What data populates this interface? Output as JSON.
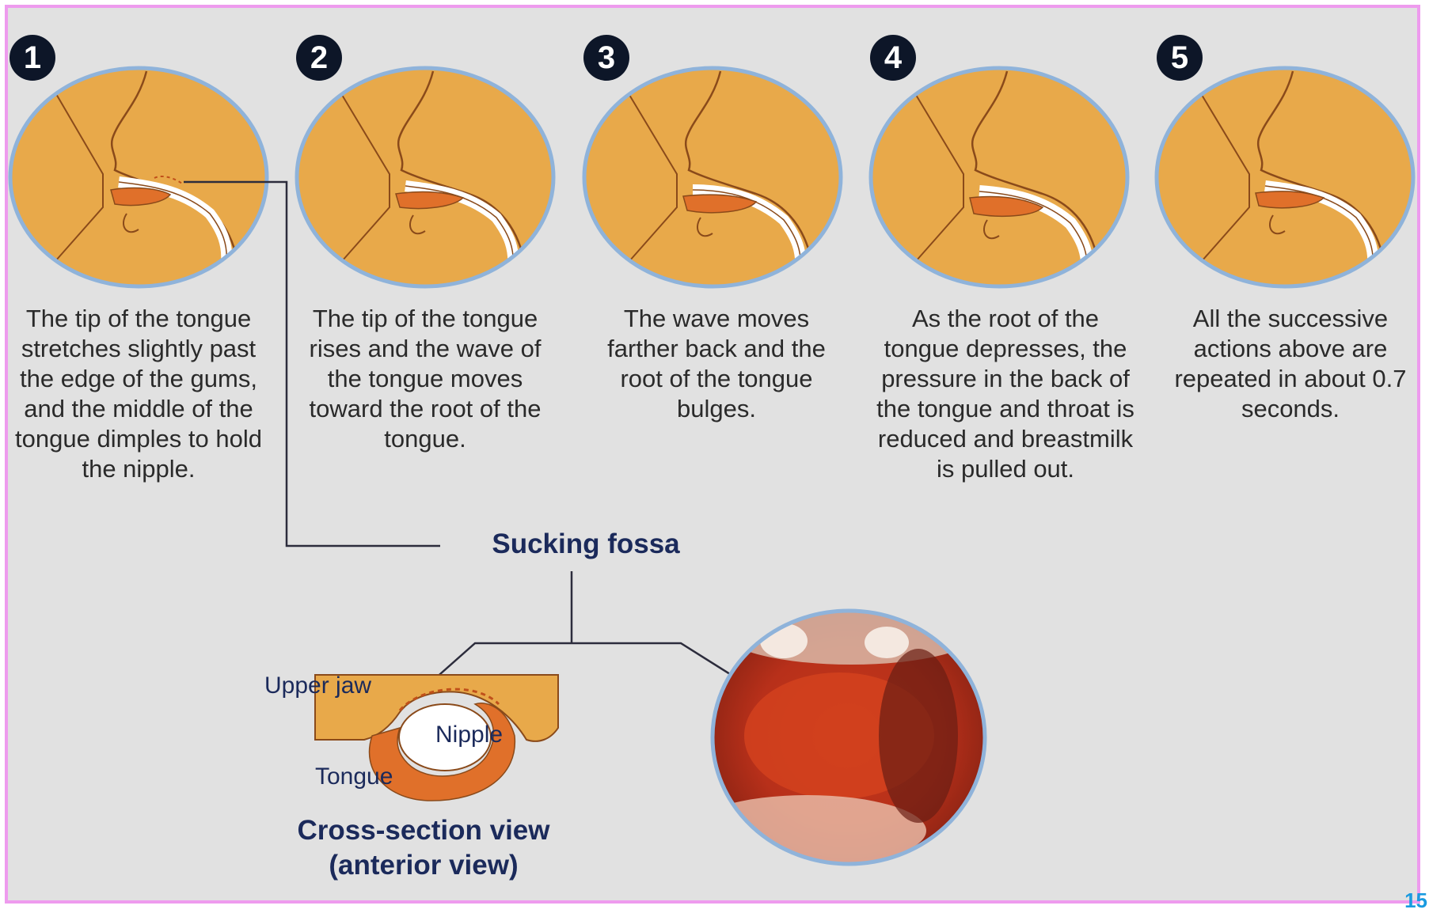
{
  "steps": [
    {
      "number": "1",
      "text": "The tip of the tongue stretches slightly past the edge of the gums, and the middle of the tongue dimples to hold the nipple."
    },
    {
      "number": "2",
      "text": "The tip of the tongue rises and the wave of the tongue moves toward the root of the tongue."
    },
    {
      "number": "3",
      "text": "The wave moves farther back and the root of the tongue bulges."
    },
    {
      "number": "4",
      "text": "As the root of the tongue depresses, the pressure in the back of the tongue and throat is reduced and breastmilk is pulled out."
    },
    {
      "number": "5",
      "text": "All the successive actions above are repeated in about 0.7 seconds."
    }
  ],
  "labels": {
    "sucking_fossa": "Sucking fossa",
    "upper_jaw": "Upper jaw",
    "nipple": "Nipple",
    "tongue": "Tongue",
    "cross_section_title_line1": "Cross-section view",
    "cross_section_title_line2": "(anterior view)"
  },
  "page_number": "15",
  "colors": {
    "skin": "#e8a94a",
    "tongue": "#e0702a",
    "circle_border": "#8fb3da",
    "background": "#e1e1e1",
    "frame_border": "#ee9bee",
    "badge": "#0d1628",
    "label_text": "#1b2a5b",
    "page_number": "#1a9be0"
  }
}
